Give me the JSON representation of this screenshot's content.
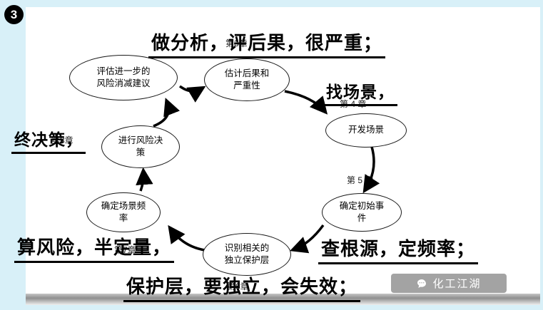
{
  "badge": "3",
  "annotations": {
    "top": "做分析，评后果，很严重；",
    "right": "找场景，",
    "left": "终决策，",
    "bottom_right": "查根源，定频率；",
    "bottom_left": "算风险，半定量，",
    "bottom": "保护层，要独立，会失效；"
  },
  "nodes": {
    "evaluate": {
      "label": "评估进一步的\n风险消减建议"
    },
    "estimate": {
      "label": "估计后果和\n严重性"
    },
    "develop": {
      "label": "开发场景"
    },
    "decision": {
      "label": "进行风险决\n策"
    },
    "initiating": {
      "label": "确定初始事\n件"
    },
    "frequency": {
      "label": "确定场景频\n率"
    },
    "ipl": {
      "label": "识别相关的\n独立保护层"
    }
  },
  "chapters": {
    "c3": "第3章",
    "c4": "第 4 章",
    "c5": "第 5 章",
    "c6": "第6章",
    "c7": "第7章",
    "c8": "第8章"
  },
  "watermark": "化工江湖",
  "colors": {
    "frame": "#d8f0f8",
    "ink": "#000000",
    "watermark_bg": "#a3a3a3"
  }
}
